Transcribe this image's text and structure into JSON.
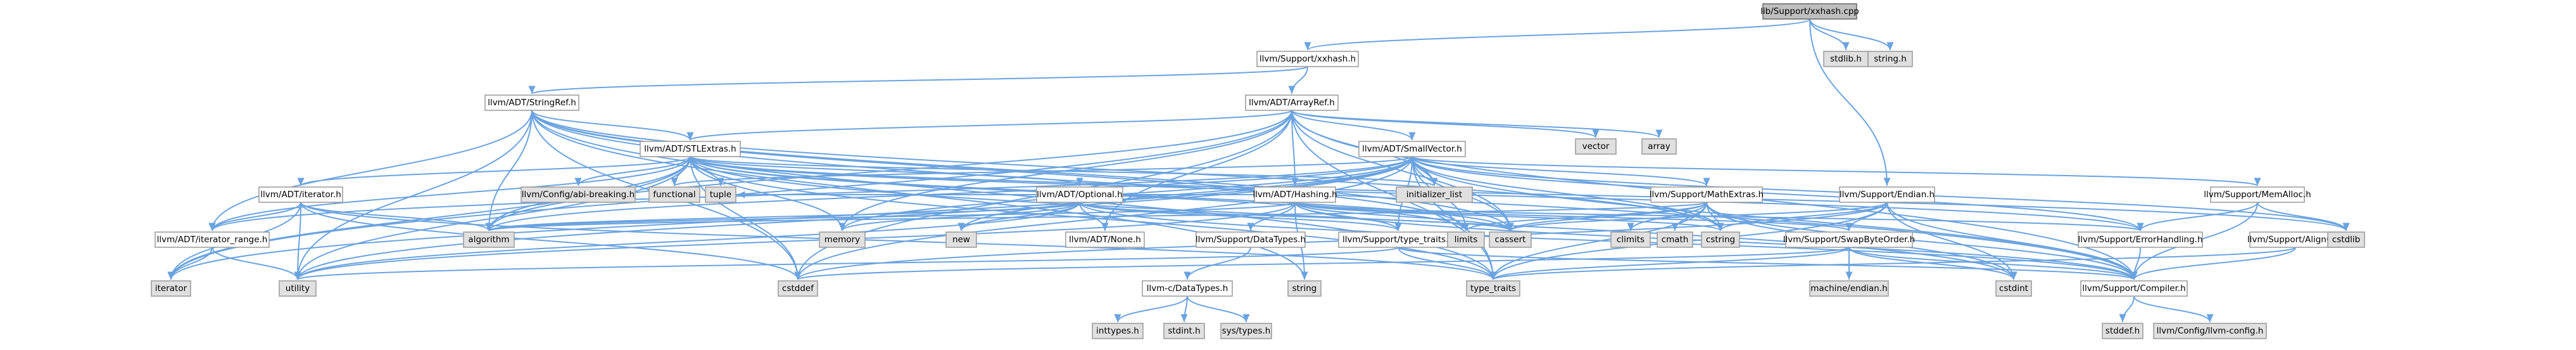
{
  "diagram": {
    "colors": {
      "edge": "#6aa3e0",
      "node_border": "#999999",
      "header_fill": "#ffffff",
      "system_fill": "#e0e0e0",
      "root_fill": "#bfbfbf"
    },
    "nodes": [
      {
        "id": "xxhash_cpp",
        "label": "lib/Support/xxhash.cpp",
        "kind": "root"
      },
      {
        "id": "stdlib_h",
        "label": "stdlib.h",
        "kind": "system"
      },
      {
        "id": "string_h",
        "label": "string.h",
        "kind": "system"
      },
      {
        "id": "xxhash_h",
        "label": "llvm/Support/xxhash.h",
        "kind": "header"
      },
      {
        "id": "stringref",
        "label": "llvm/ADT/StringRef.h",
        "kind": "header"
      },
      {
        "id": "arrayref",
        "label": "llvm/ADT/ArrayRef.h",
        "kind": "header"
      },
      {
        "id": "vector",
        "label": "vector",
        "kind": "system"
      },
      {
        "id": "array",
        "label": "array",
        "kind": "system"
      },
      {
        "id": "stlextras",
        "label": "llvm/ADT/STLExtras.h",
        "kind": "header"
      },
      {
        "id": "smallvector",
        "label": "llvm/ADT/SmallVector.h",
        "kind": "header"
      },
      {
        "id": "abibreaking",
        "label": "llvm/Config/abi-breaking.h",
        "kind": "system"
      },
      {
        "id": "functional",
        "label": "functional",
        "kind": "system"
      },
      {
        "id": "tuple",
        "label": "tuple",
        "kind": "system"
      },
      {
        "id": "initializer_list",
        "label": "initializer_list",
        "kind": "system"
      },
      {
        "id": "iterator_h",
        "label": "llvm/ADT/iterator.h",
        "kind": "header"
      },
      {
        "id": "optional_h",
        "label": "llvm/ADT/Optional.h",
        "kind": "header"
      },
      {
        "id": "hashing",
        "label": "llvm/ADT/Hashing.h",
        "kind": "header"
      },
      {
        "id": "mathextras",
        "label": "llvm/Support/MathExtras.h",
        "kind": "header"
      },
      {
        "id": "endian",
        "label": "llvm/Support/Endian.h",
        "kind": "header"
      },
      {
        "id": "memalloc",
        "label": "llvm/Support/MemAlloc.h",
        "kind": "header"
      },
      {
        "id": "iterator_range",
        "label": "llvm/ADT/iterator_range.h",
        "kind": "header"
      },
      {
        "id": "algorithm",
        "label": "algorithm",
        "kind": "system"
      },
      {
        "id": "memory",
        "label": "memory",
        "kind": "system"
      },
      {
        "id": "new",
        "label": "new",
        "kind": "system"
      },
      {
        "id": "none_h",
        "label": "llvm/ADT/None.h",
        "kind": "header"
      },
      {
        "id": "datatypes_h",
        "label": "llvm/Support/DataTypes.h",
        "kind": "header"
      },
      {
        "id": "type_traits_h",
        "label": "llvm/Support/type_traits.h",
        "kind": "header"
      },
      {
        "id": "limits",
        "label": "limits",
        "kind": "system"
      },
      {
        "id": "cassert",
        "label": "cassert",
        "kind": "system"
      },
      {
        "id": "climits",
        "label": "climits",
        "kind": "system"
      },
      {
        "id": "cmath",
        "label": "cmath",
        "kind": "system"
      },
      {
        "id": "cstring",
        "label": "cstring",
        "kind": "system"
      },
      {
        "id": "swapbyteorder",
        "label": "llvm/Support/SwapByteOrder.h",
        "kind": "header"
      },
      {
        "id": "errorhandling",
        "label": "llvm/Support/ErrorHandling.h",
        "kind": "header"
      },
      {
        "id": "alignof",
        "label": "llvm/Support/AlignOf.h",
        "kind": "header"
      },
      {
        "id": "cstdlib",
        "label": "cstdlib",
        "kind": "system"
      },
      {
        "id": "iterator",
        "label": "iterator",
        "kind": "system"
      },
      {
        "id": "utility",
        "label": "utility",
        "kind": "system"
      },
      {
        "id": "cstddef",
        "label": "cstddef",
        "kind": "system"
      },
      {
        "id": "llvmc_datatypes",
        "label": "llvm-c/DataTypes.h",
        "kind": "header"
      },
      {
        "id": "string",
        "label": "string",
        "kind": "system"
      },
      {
        "id": "type_traits",
        "label": "type_traits",
        "kind": "system"
      },
      {
        "id": "machine_endian",
        "label": "machine/endian.h",
        "kind": "system"
      },
      {
        "id": "cstdint",
        "label": "cstdint",
        "kind": "system"
      },
      {
        "id": "compiler",
        "label": "llvm/Support/Compiler.h",
        "kind": "header"
      },
      {
        "id": "inttypes",
        "label": "inttypes.h",
        "kind": "system"
      },
      {
        "id": "stdint",
        "label": "stdint.h",
        "kind": "system"
      },
      {
        "id": "systypes",
        "label": "sys/types.h",
        "kind": "system"
      },
      {
        "id": "stddef_h",
        "label": "stddef.h",
        "kind": "system"
      },
      {
        "id": "llvm_config",
        "label": "llvm/Config/llvm-config.h",
        "kind": "system"
      }
    ],
    "edges": [
      [
        "xxhash_cpp",
        "stdlib_h"
      ],
      [
        "xxhash_cpp",
        "string_h"
      ],
      [
        "xxhash_cpp",
        "xxhash_h"
      ],
      [
        "xxhash_cpp",
        "endian"
      ],
      [
        "xxhash_h",
        "arrayref"
      ],
      [
        "xxhash_h",
        "stringref"
      ],
      [
        "stringref",
        "stlextras"
      ],
      [
        "stringref",
        "iterator_range"
      ],
      [
        "stringref",
        "compiler"
      ],
      [
        "stringref",
        "algorithm"
      ],
      [
        "stringref",
        "cassert"
      ],
      [
        "stringref",
        "cstddef"
      ],
      [
        "stringref",
        "cstring"
      ],
      [
        "stringref",
        "limits"
      ],
      [
        "stringref",
        "string"
      ],
      [
        "stringref",
        "type_traits"
      ],
      [
        "stringref",
        "utility"
      ],
      [
        "arrayref",
        "hashing"
      ],
      [
        "arrayref",
        "none_h"
      ],
      [
        "arrayref",
        "smallvector"
      ],
      [
        "arrayref",
        "stlextras"
      ],
      [
        "arrayref",
        "compiler"
      ],
      [
        "arrayref",
        "algorithm"
      ],
      [
        "arrayref",
        "array"
      ],
      [
        "arrayref",
        "cassert"
      ],
      [
        "arrayref",
        "cstddef"
      ],
      [
        "arrayref",
        "initializer_list"
      ],
      [
        "arrayref",
        "iterator"
      ],
      [
        "arrayref",
        "memory"
      ],
      [
        "arrayref",
        "type_traits"
      ],
      [
        "arrayref",
        "vector"
      ],
      [
        "stlextras",
        "optional_h"
      ],
      [
        "stlextras",
        "iterator_h"
      ],
      [
        "stlextras",
        "iterator_range"
      ],
      [
        "stlextras",
        "abibreaking"
      ],
      [
        "stlextras",
        "errorhandling"
      ],
      [
        "stlextras",
        "algorithm"
      ],
      [
        "stlextras",
        "cassert"
      ],
      [
        "stlextras",
        "cstddef"
      ],
      [
        "stlextras",
        "cstdint"
      ],
      [
        "stlextras",
        "cstdlib"
      ],
      [
        "stlextras",
        "functional"
      ],
      [
        "stlextras",
        "initializer_list"
      ],
      [
        "stlextras",
        "iterator"
      ],
      [
        "stlextras",
        "limits"
      ],
      [
        "stlextras",
        "memory"
      ],
      [
        "stlextras",
        "tuple"
      ],
      [
        "stlextras",
        "type_traits"
      ],
      [
        "stlextras",
        "utility"
      ],
      [
        "smallvector",
        "iterator_range"
      ],
      [
        "smallvector",
        "compiler"
      ],
      [
        "smallvector",
        "errorhandling"
      ],
      [
        "smallvector",
        "memalloc"
      ],
      [
        "smallvector",
        "type_traits_h"
      ],
      [
        "smallvector",
        "algorithm"
      ],
      [
        "smallvector",
        "cassert"
      ],
      [
        "smallvector",
        "cstddef"
      ],
      [
        "smallvector",
        "cstdlib"
      ],
      [
        "smallvector",
        "cstring"
      ],
      [
        "smallvector",
        "functional"
      ],
      [
        "smallvector",
        "initializer_list"
      ],
      [
        "smallvector",
        "iterator"
      ],
      [
        "smallvector",
        "limits"
      ],
      [
        "smallvector",
        "memory"
      ],
      [
        "smallvector",
        "new"
      ],
      [
        "smallvector",
        "type_traits"
      ],
      [
        "smallvector",
        "utility"
      ],
      [
        "smallvector",
        "mathextras"
      ],
      [
        "iterator_h",
        "iterator_range"
      ],
      [
        "iterator_h",
        "algorithm"
      ],
      [
        "iterator_h",
        "cstddef"
      ],
      [
        "iterator_h",
        "iterator"
      ],
      [
        "iterator_h",
        "type_traits"
      ],
      [
        "iterator_h",
        "utility"
      ],
      [
        "optional_h",
        "none_h"
      ],
      [
        "optional_h",
        "compiler"
      ],
      [
        "optional_h",
        "type_traits_h"
      ],
      [
        "optional_h",
        "algorithm"
      ],
      [
        "optional_h",
        "cassert"
      ],
      [
        "optional_h",
        "memory"
      ],
      [
        "optional_h",
        "new"
      ],
      [
        "optional_h",
        "utility"
      ],
      [
        "hashing",
        "compiler"
      ],
      [
        "hashing",
        "datatypes_h"
      ],
      [
        "hashing",
        "errorhandling"
      ],
      [
        "hashing",
        "swapbyteorder"
      ],
      [
        "hashing",
        "type_traits_h"
      ],
      [
        "hashing",
        "algorithm"
      ],
      [
        "hashing",
        "cassert"
      ],
      [
        "hashing",
        "cstring"
      ],
      [
        "hashing",
        "string"
      ],
      [
        "hashing",
        "tuple"
      ],
      [
        "hashing",
        "utility"
      ],
      [
        "mathextras",
        "compiler"
      ],
      [
        "mathextras",
        "algorithm"
      ],
      [
        "mathextras",
        "cassert"
      ],
      [
        "mathextras",
        "climits"
      ],
      [
        "mathextras",
        "cmath"
      ],
      [
        "mathextras",
        "cstdint"
      ],
      [
        "mathextras",
        "cstring"
      ],
      [
        "mathextras",
        "limits"
      ],
      [
        "mathextras",
        "type_traits"
      ],
      [
        "endian",
        "compiler"
      ],
      [
        "endian",
        "swapbyteorder"
      ],
      [
        "endian",
        "cassert"
      ],
      [
        "endian",
        "cstddef"
      ],
      [
        "endian",
        "cstdint"
      ],
      [
        "endian",
        "cstring"
      ],
      [
        "endian",
        "type_traits"
      ],
      [
        "memalloc",
        "compiler"
      ],
      [
        "memalloc",
        "errorhandling"
      ],
      [
        "memalloc",
        "cstdlib"
      ],
      [
        "iterator_range",
        "iterator"
      ],
      [
        "iterator_range",
        "utility"
      ],
      [
        "type_traits_h",
        "compiler"
      ],
      [
        "type_traits_h",
        "type_traits"
      ],
      [
        "type_traits_h",
        "utility"
      ],
      [
        "datatypes_h",
        "llvmc_datatypes"
      ],
      [
        "llvmc_datatypes",
        "inttypes"
      ],
      [
        "llvmc_datatypes",
        "stdint"
      ],
      [
        "llvmc_datatypes",
        "systypes"
      ],
      [
        "swapbyteorder",
        "compiler"
      ],
      [
        "swapbyteorder",
        "cstddef"
      ],
      [
        "swapbyteorder",
        "cstdint"
      ],
      [
        "swapbyteorder",
        "type_traits"
      ],
      [
        "swapbyteorder",
        "machine_endian"
      ],
      [
        "errorhandling",
        "compiler"
      ],
      [
        "alignof",
        "compiler"
      ],
      [
        "alignof",
        "type_traits"
      ],
      [
        "compiler",
        "llvm_config"
      ],
      [
        "compiler",
        "stddef_h"
      ]
    ]
  }
}
